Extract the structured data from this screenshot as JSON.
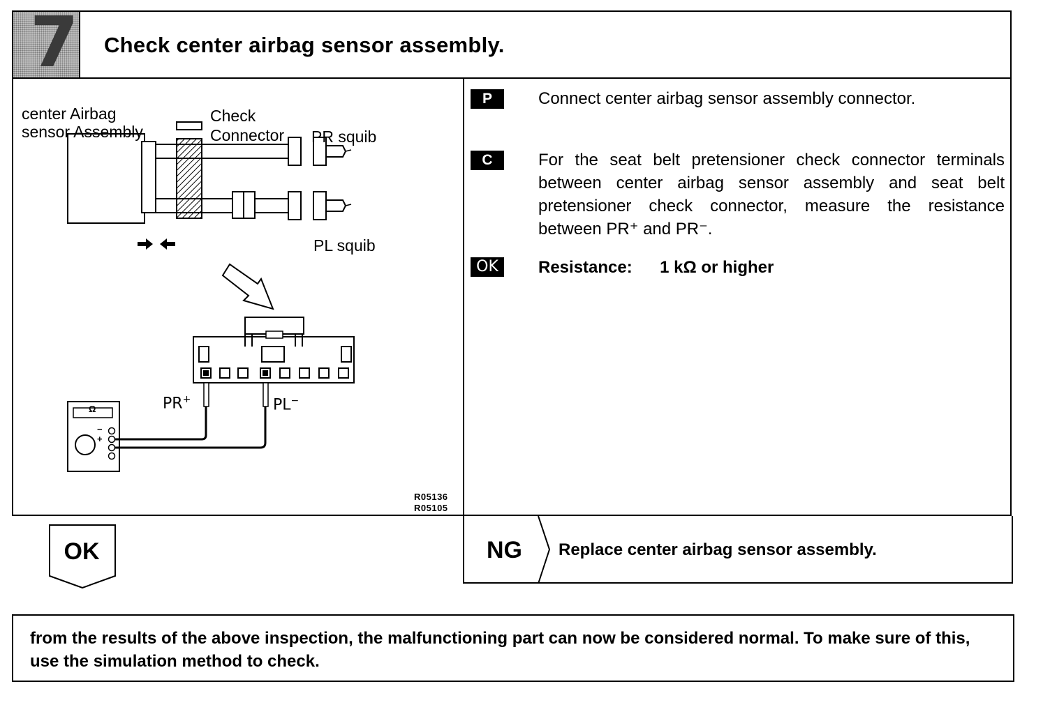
{
  "step": {
    "number": "7",
    "title": "Check center airbag sensor assembly."
  },
  "diagram": {
    "label_sensor_line1": "center Airbag",
    "label_sensor_line2": "sensor Assembly",
    "label_check_line1": "Check",
    "label_check_line2": "Connector",
    "label_pr_squib": "PR squib",
    "label_pl_squib": "PL squib",
    "label_pr_plus": "PR",
    "label_pr_plus_sign": "+",
    "label_pl_minus": "PL",
    "label_pl_minus_sign": "−",
    "ohm_symbol": "Ω",
    "meter_minus": "−",
    "meter_plus": "+",
    "ref_code_1": "R05136",
    "ref_code_2": "R05105"
  },
  "instructions": {
    "p_tag": "P",
    "p_text": "Connect center airbag sensor assembly connector.",
    "c_tag": "C",
    "c_text": "For the seat belt pretensioner check connector terminals between center airbag sensor assembly and seat belt pretensioner check connector, measure the resistance between PR⁺ and PR⁻.",
    "ok_tag": "OK",
    "ok_label": "Resistance:",
    "ok_value": "1 kΩ or higher"
  },
  "results": {
    "ok_label": "OK",
    "ng_label": "NG",
    "ng_text": "Replace center airbag sensor assembly."
  },
  "note": {
    "text": "from the results of the above inspection, the malfunctioning part can now be considered normal. To make sure of this, use the simulation method to check."
  }
}
